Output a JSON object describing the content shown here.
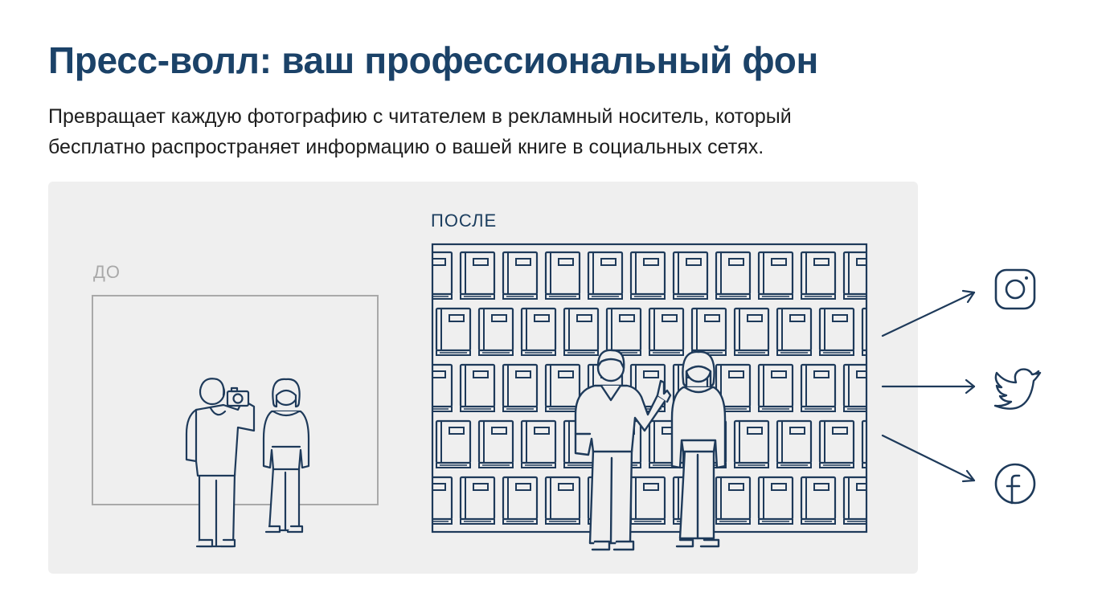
{
  "header": {
    "title": "Пресс-волл: ваш профессиональный фон",
    "subtitle": "Превращает каждую фотографию с читателем в рекламный носитель, который бесплатно распространяет информацию о вашей книге в социальных сетях."
  },
  "scene": {
    "before_label": "ДО",
    "after_label": "ПОСЛЕ"
  },
  "social": {
    "icons": [
      "instagram-icon",
      "twitter-icon",
      "facebook-icon"
    ]
  },
  "colors": {
    "primary": "#1b4268",
    "line": "#1e3a5a",
    "panel": "#efefef",
    "muted": "#a9a9a9"
  }
}
